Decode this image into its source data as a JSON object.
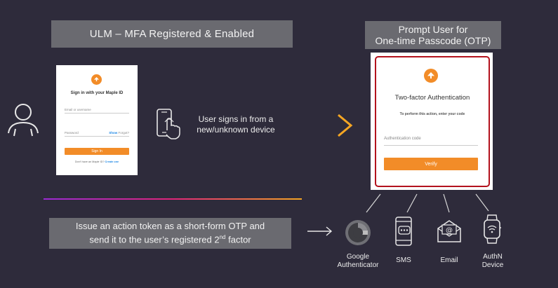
{
  "banners": {
    "title": "ULM – MFA Registered & Enabled",
    "otp_line1": "Prompt User for",
    "otp_line2": "One-time Passcode (OTP)",
    "issue_line1": "Issue an action token as a short-form OTP and",
    "issue_line2_a": "send it to the user’s registered 2",
    "issue_line2_sup": "nd",
    "issue_line2_b": " factor"
  },
  "login_card": {
    "heading": "Sign in with your Maple ID",
    "username_placeholder": "Email or username",
    "password_placeholder": "Password",
    "show_label": "Show",
    "forgot_label": "Forgot?",
    "signin_button": "Sign In",
    "footer_text": "Don't have an Maple ID?",
    "footer_link": "Create one"
  },
  "signin_caption": {
    "line1": "User signs in from a",
    "line2": "new/unknown device"
  },
  "otp_card": {
    "heading": "Two-factor Authentication",
    "subheading": "To perform this action, enter your code",
    "code_placeholder": "Authentication code",
    "verify_button": "Verify"
  },
  "factors": [
    {
      "label_line1": "Google",
      "label_line2": "Authenticator",
      "icon": "google-authenticator-icon"
    },
    {
      "label_line1": "SMS",
      "label_line2": "",
      "icon": "sms-phone-icon"
    },
    {
      "label_line1": "Email",
      "label_line2": "",
      "icon": "email-icon"
    },
    {
      "label_line1": "AuthN",
      "label_line2": "Device",
      "icon": "smartwatch-icon"
    }
  ],
  "colors": {
    "background": "#2e2b3b",
    "banner": "#6a6a70",
    "accent_orange": "#f28c28",
    "highlight_red": "#b3121d",
    "gradient_start": "#9b2bd6",
    "gradient_end": "#f5a623"
  }
}
